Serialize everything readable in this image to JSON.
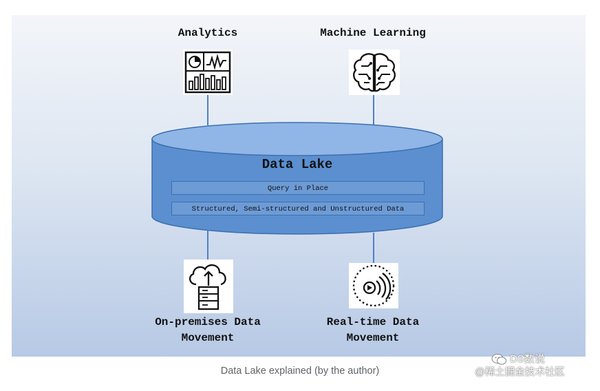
{
  "diagram": {
    "top_nodes": [
      {
        "label": "Analytics",
        "icon": "analytics-dashboard-icon"
      },
      {
        "label": "Machine Learning",
        "icon": "brain-circuit-icon"
      }
    ],
    "data_lake": {
      "title": "Data Lake",
      "bands": [
        "Query in Place",
        "Structured, Semi-structured and Unstructured Data"
      ]
    },
    "bottom_nodes": [
      {
        "label_line1": "On-premises Data",
        "label_line2": "Movement",
        "icon": "cloud-upload-server-icon"
      },
      {
        "label_line1": "Real-time Data",
        "label_line2": "Movement",
        "icon": "stream-signal-icon"
      }
    ],
    "colors": {
      "cylinder_body": "#5b8fd0",
      "cylinder_top": "#8fb6e6",
      "connector": "#4f7fc4",
      "band": "#6d9bd5"
    }
  },
  "caption": "Data Lake explained (by the author)",
  "watermark": {
    "line1": "DS数说",
    "line2": "@稀土掘金技术社区",
    "icon": "wechat-icon"
  }
}
